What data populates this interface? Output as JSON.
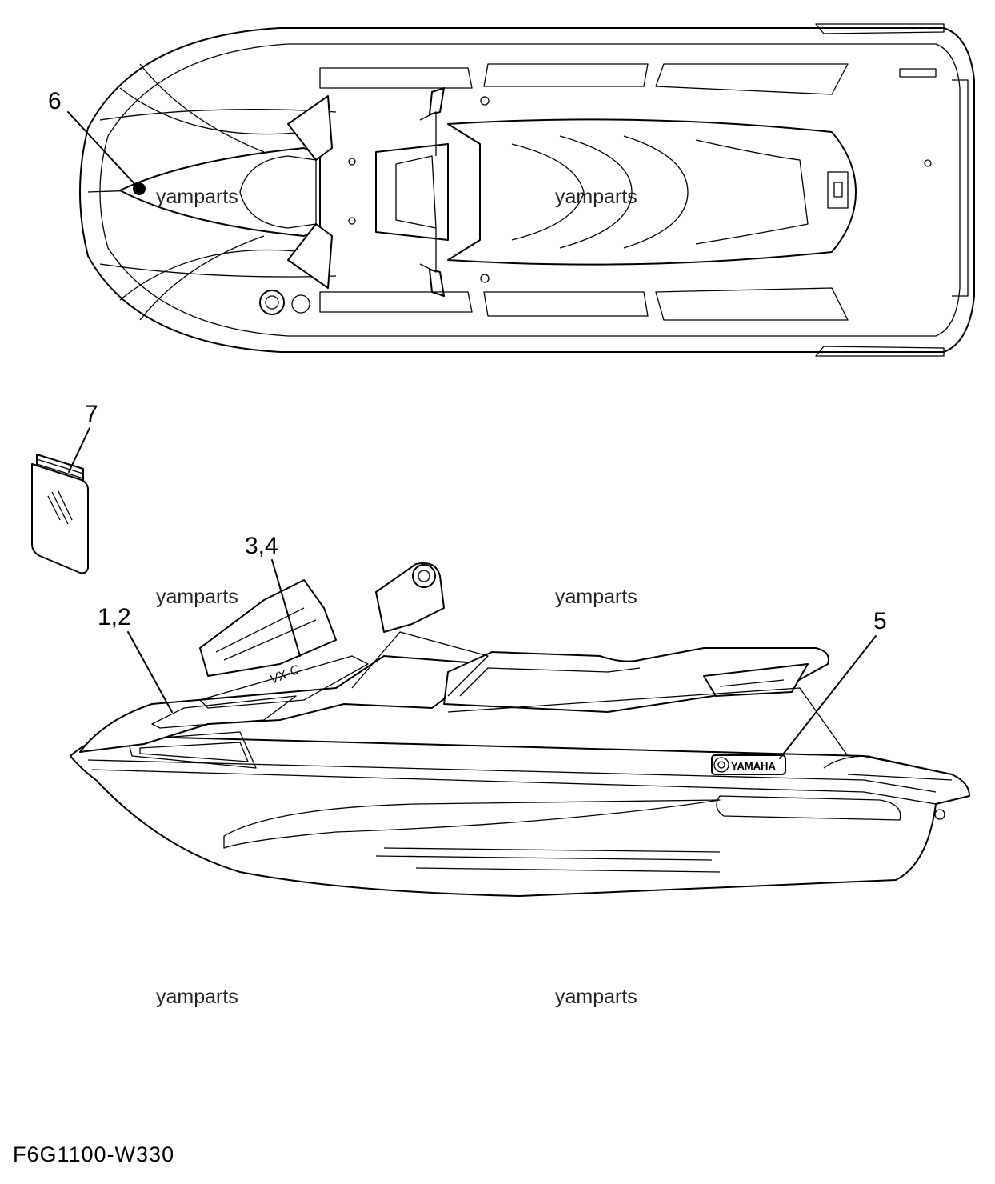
{
  "callouts": {
    "c6": "6",
    "c7": "7",
    "c34": "3,4",
    "c12": "1,2",
    "c5": "5"
  },
  "watermark": "yamparts",
  "decal_text": {
    "model": "VX-C",
    "brand": "YAMAHA"
  },
  "diagram_code": "F6G1100-W330",
  "icons": {
    "logo": "yamaha-tuning-fork-emblem",
    "decal_sheet": "decal-sheet-icon"
  }
}
